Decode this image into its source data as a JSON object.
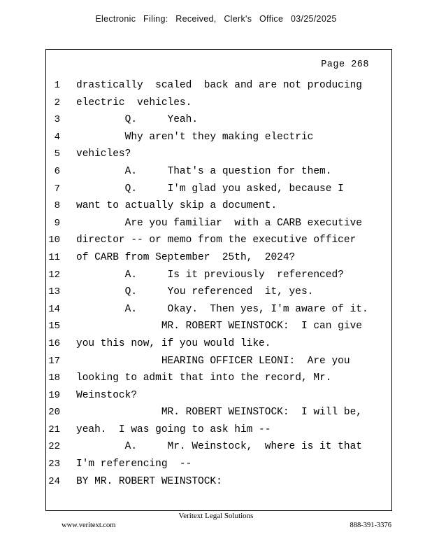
{
  "header": {
    "filing_notice": "Electronic Filing: Received, Clerk's Office 03/25/2025"
  },
  "page": {
    "page_label": "Page 268",
    "lines": [
      {
        "num": "1",
        "text": "drastically  scaled  back and are not producing"
      },
      {
        "num": "2",
        "text": "electric  vehicles."
      },
      {
        "num": "3",
        "text": "        Q.     Yeah."
      },
      {
        "num": "4",
        "text": "        Why aren't they making electric"
      },
      {
        "num": "5",
        "text": "vehicles?"
      },
      {
        "num": "6",
        "text": "        A.     That's a question for them."
      },
      {
        "num": "7",
        "text": "        Q.     I'm glad you asked, because I"
      },
      {
        "num": "8",
        "text": "want to actually skip a document."
      },
      {
        "num": "9",
        "text": "        Are you familiar  with a CARB executive"
      },
      {
        "num": "10",
        "text": "director -- or memo from the executive officer"
      },
      {
        "num": "11",
        "text": "of CARB from September  25th,  2024?"
      },
      {
        "num": "12",
        "text": "        A.     Is it previously  referenced?"
      },
      {
        "num": "13",
        "text": "        Q.     You referenced  it, yes."
      },
      {
        "num": "14",
        "text": "        A.     Okay.  Then yes, I'm aware of it."
      },
      {
        "num": "15",
        "text": "              MR. ROBERT WEINSTOCK:  I can give"
      },
      {
        "num": "16",
        "text": "you this now, if you would like."
      },
      {
        "num": "17",
        "text": "              HEARING OFFICER LEONI:  Are you"
      },
      {
        "num": "18",
        "text": "looking to admit that into the record, Mr."
      },
      {
        "num": "19",
        "text": "Weinstock?"
      },
      {
        "num": "20",
        "text": "              MR. ROBERT WEINSTOCK:  I will be,"
      },
      {
        "num": "21",
        "text": "yeah.  I was going to ask him --"
      },
      {
        "num": "22",
        "text": "        A.     Mr. Weinstock,  where is it that"
      },
      {
        "num": "23",
        "text": "I'm referencing  --"
      },
      {
        "num": "24",
        "text": "BY MR. ROBERT WEINSTOCK:"
      }
    ]
  },
  "footer": {
    "brand": "Veritext Legal Solutions",
    "website": "www.veritext.com",
    "phone": "888-391-3376"
  }
}
